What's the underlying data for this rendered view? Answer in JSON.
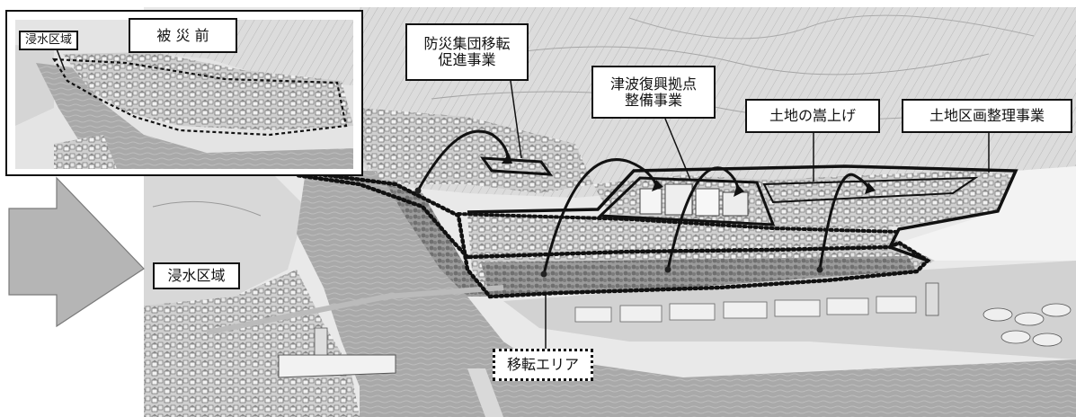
{
  "inset": {
    "title": "被 災 前",
    "flood_label": "浸水区域"
  },
  "main": {
    "flood_label": "浸水区域",
    "relocation_area_label": "移転エリア"
  },
  "projects": {
    "group_relocation_line1": "防災集団移転",
    "group_relocation_line2": "促進事業",
    "tsunami_base_line1": "津波復興拠点",
    "tsunami_base_line2": "整備事業",
    "land_raising": "土地の嵩上げ",
    "land_readjustment": "土地区画整理事業"
  },
  "colors": {
    "arrow_gray": "#b5b5b5",
    "line": "#111111"
  }
}
